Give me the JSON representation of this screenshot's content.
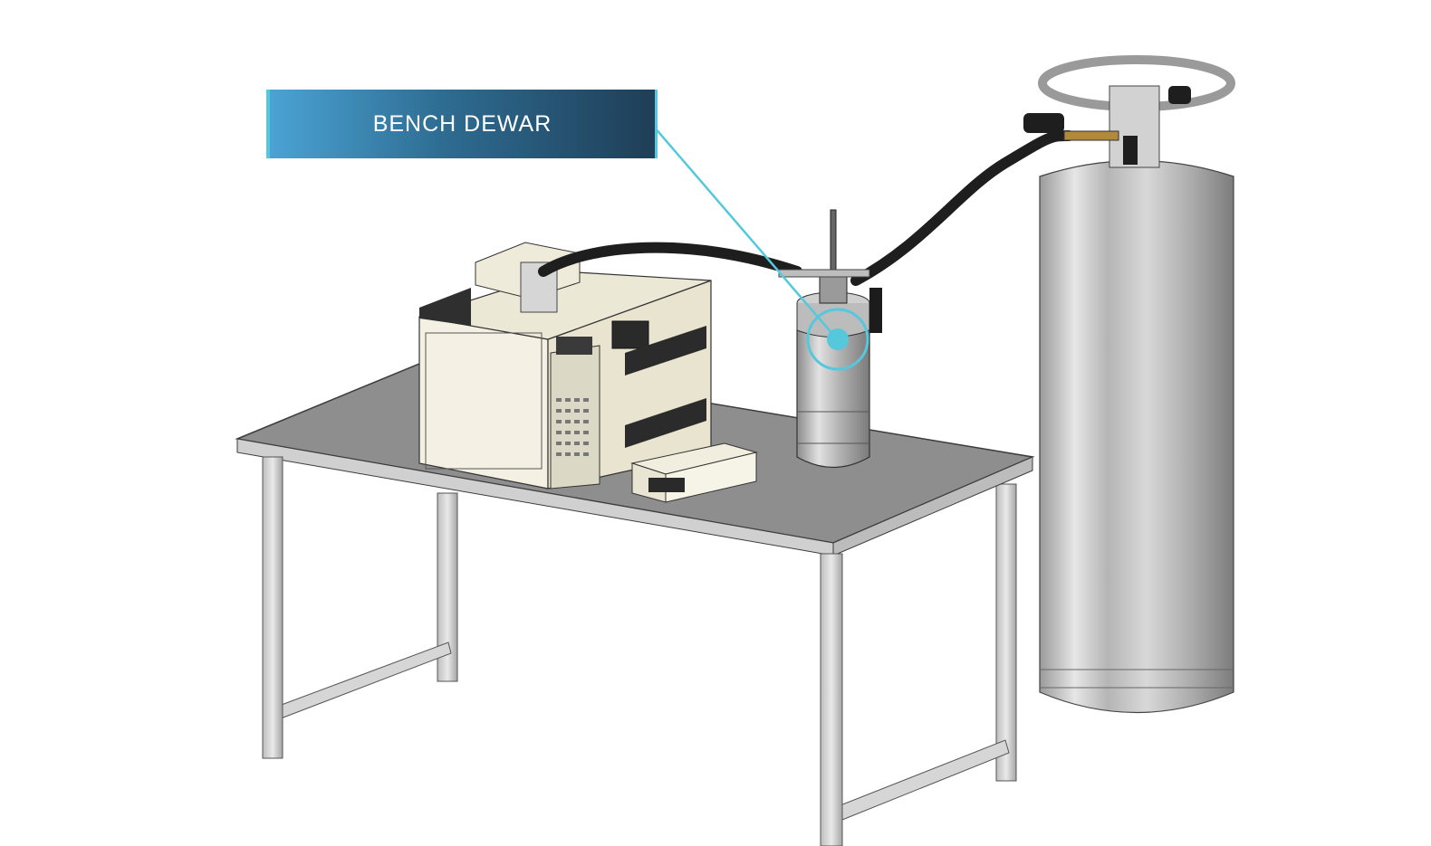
{
  "callout": {
    "label": "BENCH DEWAR",
    "accent_color": "#55c8dc",
    "box_gradient": [
      "#4aa3d4",
      "#1f3e57"
    ]
  },
  "scene": {
    "objects": [
      "lab-bench",
      "gas-chromatograph",
      "control-box",
      "bench-dewar",
      "transfer-hose",
      "supply-cylinder"
    ]
  }
}
